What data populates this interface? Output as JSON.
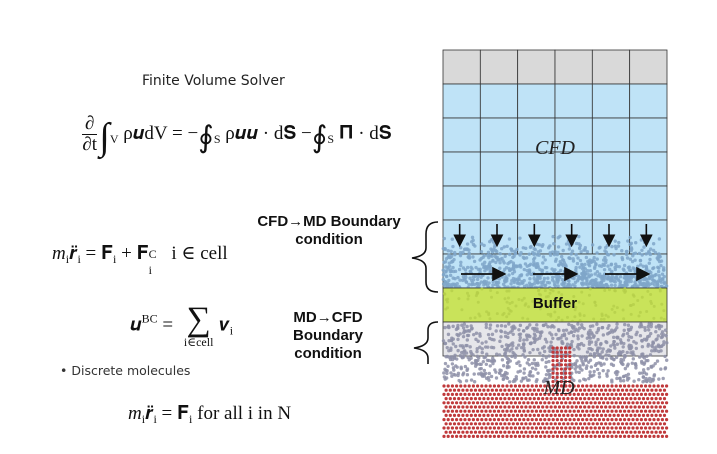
{
  "heading": "Finite Volume Solver",
  "eq_fv": {
    "partial": "∂",
    "dt": "∂t",
    "int_V": "V",
    "lhs_body": "ρ𝒖dV = −",
    "oint_S1": "S",
    "mid_body": "ρ𝒖𝒖 · d𝐒   −",
    "oint_S2": "S",
    "rhs_body": "𝚷 · d𝐒"
  },
  "cfd_md_label": {
    "line1": "CFD→MD Boundary",
    "line2": "condition"
  },
  "eq_constrained": {
    "lhs": "m",
    "lhs_sub": "i",
    "r": "𝒓̈",
    "r_sub": "i",
    "eq": " = 𝐅",
    "F_sub": "i",
    "plus": " + 𝐅",
    "FC_sup": "C",
    "FC_sub": "i",
    "cond": "i ∈ cell"
  },
  "eq_bc": {
    "u": "𝒖",
    "u_sup": "BC",
    "eq": " = ",
    "sigma": "∑",
    "limit": "i∈cell",
    "v": "𝒗",
    "v_sub": "i"
  },
  "md_cfd_label": {
    "line1": "MD→CFD",
    "line2": "Boundary",
    "line3": "condition"
  },
  "bullet": "• Discrete molecules",
  "eq_md": {
    "m": "m",
    "m_sub": "i",
    "r": "𝒓̈",
    "r_sub": "i",
    "eq": " = 𝐅",
    "F_sub": "i",
    "tail": " for all i in N"
  },
  "domain": {
    "cfd_label": "CFD",
    "buffer_label": "Buffer",
    "md_label": "MD",
    "colors": {
      "grey_cell": "#d9d9d9",
      "cfd_cell": "#bfe3f7",
      "grid_line": "#333333",
      "blue_particle": "#7fa6c9",
      "buffer": "#c9e35a",
      "grey_particle": "#8e90a8",
      "red_particle": "#c0393b"
    }
  }
}
